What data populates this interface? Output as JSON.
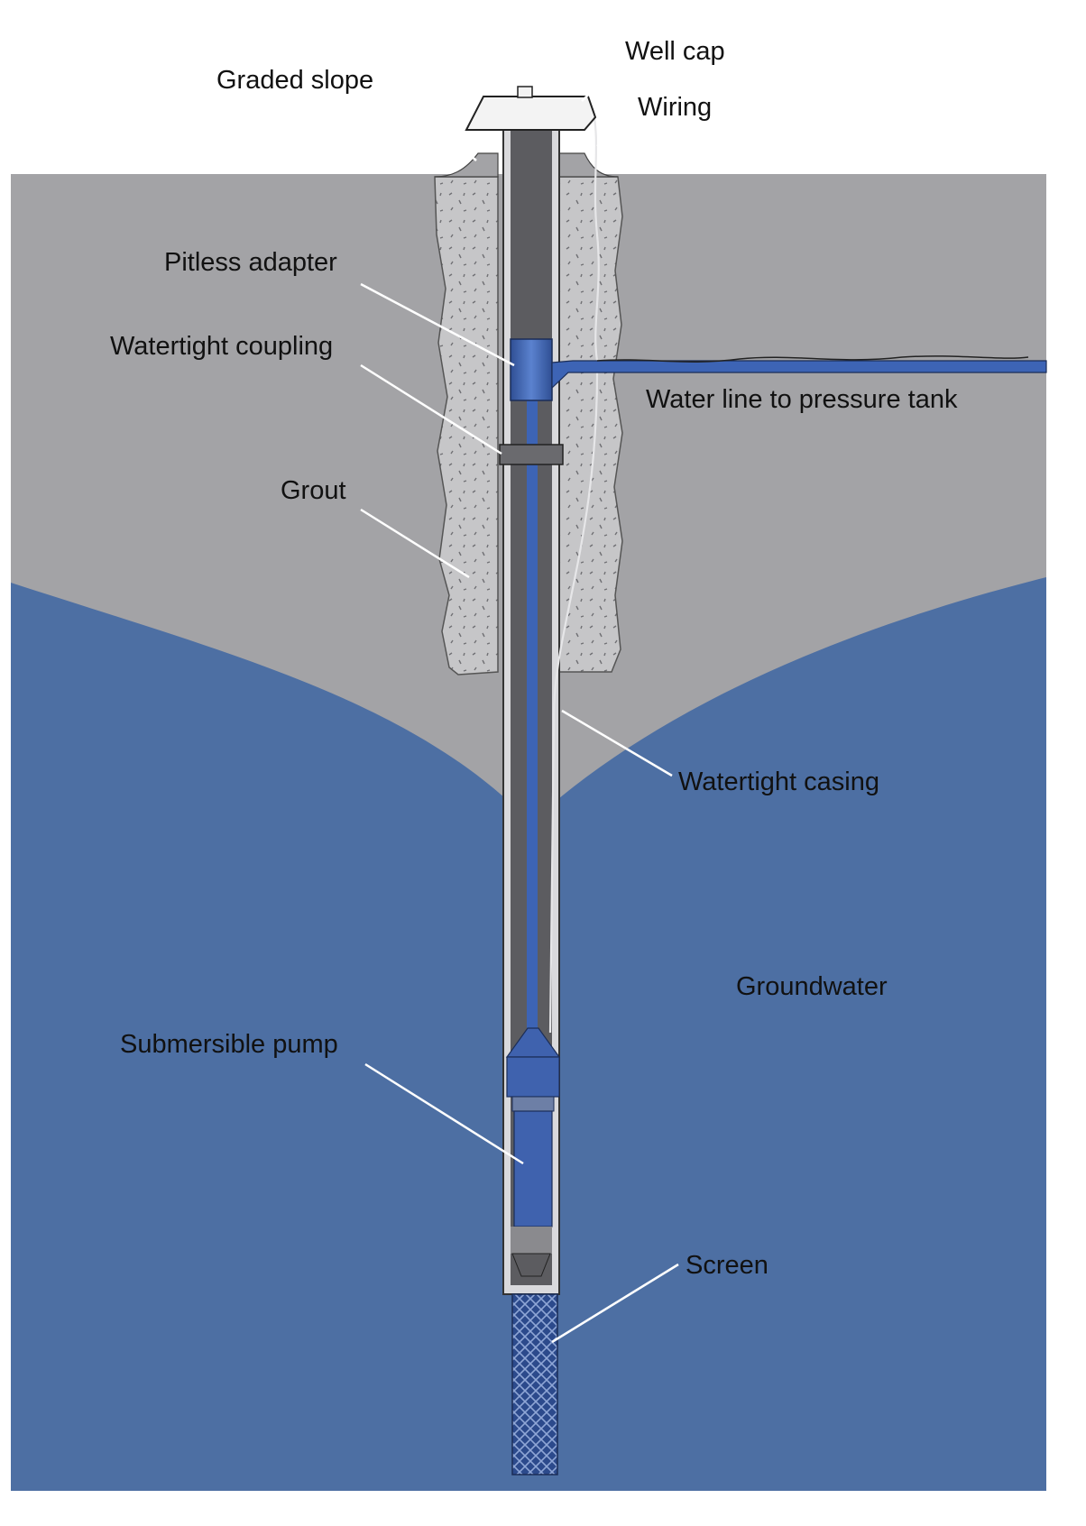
{
  "labels": {
    "well_cap": "Well cap",
    "graded_slope": "Graded slope",
    "wiring": "Wiring",
    "pitless_adapter": "Pitless adapter",
    "watertight_coupling": "Watertight coupling",
    "water_line": "Water line to pressure tank",
    "grout": "Grout",
    "watertight_casing": "Watertight casing",
    "groundwater": "Groundwater",
    "submersible_pump": "Submersible pump",
    "screen": "Screen"
  },
  "colors": {
    "soil": "#a3a3a6",
    "groundwater": "#4d6fa3",
    "grout": "#c6c6c8",
    "casing_wall": "#d9d9dc",
    "casing_inside": "#5c5c60",
    "pipe_blue": "#3d64b5",
    "pump_blue": "#3f62ae",
    "screen": "#2c4a8c",
    "leader_line": "#ffffff"
  }
}
